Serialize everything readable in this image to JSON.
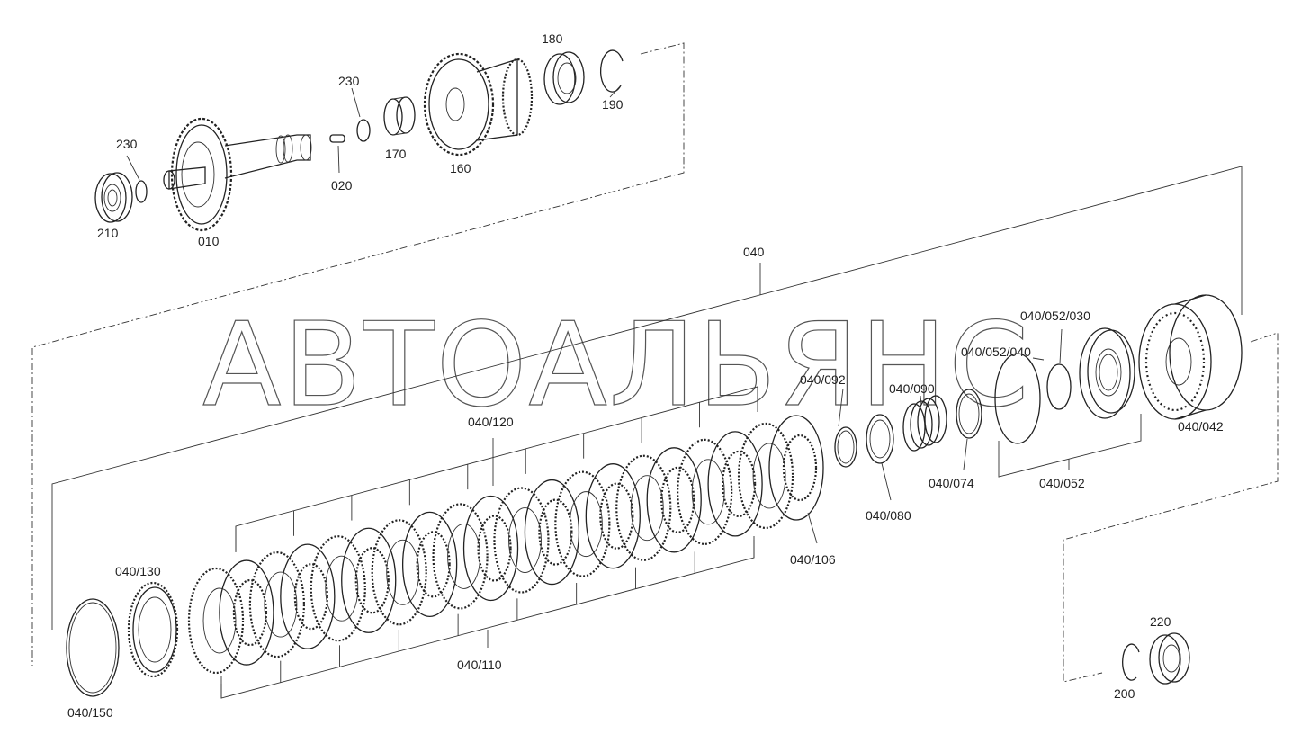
{
  "watermark": "АВТОАЛЬЯНС",
  "labels": {
    "p180": "180",
    "p190": "190",
    "p230a": "230",
    "p230b": "230",
    "p170": "170",
    "p160": "160",
    "p020": "020",
    "p210": "210",
    "p010": "010",
    "p040": "040",
    "p040_052_030": "040/052/030",
    "p040_052_040": "040/052/040",
    "p040_092": "040/092",
    "p040_090": "040/090",
    "p040_120": "040/120",
    "p040_042": "040/042",
    "p040_074": "040/074",
    "p040_052": "040/052",
    "p040_080": "040/080",
    "p040_106": "040/106",
    "p040_130": "040/130",
    "p040_110": "040/110",
    "p040_150": "040/150",
    "p220": "220",
    "p200": "200"
  }
}
